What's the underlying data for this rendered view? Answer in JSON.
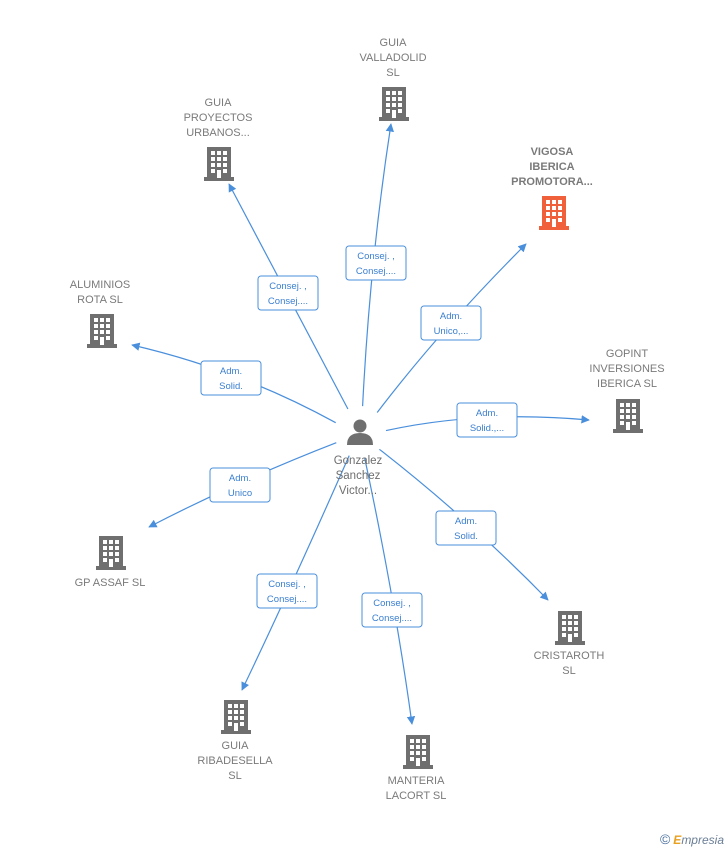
{
  "center": {
    "label": [
      "Gonzalez",
      "Sanchez",
      "Victor..."
    ],
    "icon": "person-icon"
  },
  "companies": [
    {
      "id": "guia-valladolid",
      "label": [
        "GUIA",
        "VALLADOLID",
        "SL"
      ],
      "highlight": false,
      "icon": "building-icon"
    },
    {
      "id": "guia-proyectos",
      "label": [
        "GUIA",
        "PROYECTOS",
        "URBANOS..."
      ],
      "highlight": false,
      "icon": "building-icon"
    },
    {
      "id": "vigosa",
      "label": [
        "VIGOSA",
        "IBERICA",
        "PROMOTORA..."
      ],
      "highlight": true,
      "icon": "building-icon"
    },
    {
      "id": "aluminios-rota",
      "label": [
        "ALUMINIOS",
        "ROTA  SL"
      ],
      "highlight": false,
      "icon": "building-icon"
    },
    {
      "id": "gopint",
      "label": [
        "GOPINT",
        "INVERSIONES",
        "IBERICA  SL"
      ],
      "highlight": false,
      "icon": "building-icon"
    },
    {
      "id": "gp-assaf",
      "label": [
        "GP ASSAF  SL"
      ],
      "highlight": false,
      "icon": "building-icon"
    },
    {
      "id": "cristaroth",
      "label": [
        "CRISTAROTH",
        "SL"
      ],
      "highlight": false,
      "icon": "building-icon"
    },
    {
      "id": "guia-ribadesella",
      "label": [
        "GUIA",
        "RIBADESELLA",
        "SL"
      ],
      "highlight": false,
      "icon": "building-icon"
    },
    {
      "id": "manteria-lacort",
      "label": [
        "MANTERIA",
        "LACORT  SL"
      ],
      "highlight": false,
      "icon": "building-icon"
    }
  ],
  "edges": [
    {
      "to": "guia-valladolid",
      "role": [
        "Consej. ,",
        "Consej...."
      ]
    },
    {
      "to": "guia-proyectos",
      "role": [
        "Consej. ,",
        "Consej...."
      ]
    },
    {
      "to": "vigosa",
      "role": [
        "Adm.",
        "Unico,..."
      ]
    },
    {
      "to": "aluminios-rota",
      "role": [
        "Adm.",
        "Solid."
      ]
    },
    {
      "to": "gopint",
      "role": [
        "Adm.",
        "Solid.,..."
      ]
    },
    {
      "to": "gp-assaf",
      "role": [
        "Adm.",
        "Unico"
      ]
    },
    {
      "to": "cristaroth",
      "role": [
        "Adm.",
        "Solid."
      ]
    },
    {
      "to": "guia-ribadesella",
      "role": [
        "Consej. ,",
        "Consej...."
      ]
    },
    {
      "to": "manteria-lacort",
      "role": [
        "Consej. ,",
        "Consej...."
      ]
    }
  ],
  "colors": {
    "edge": "#4a8fdc",
    "building": "#6f6f6f",
    "building_highlight": "#f0603a",
    "person": "#6f6f6f"
  },
  "watermark": {
    "copyright": "©",
    "brand_initial": "E",
    "brand_rest": "mpresia"
  }
}
